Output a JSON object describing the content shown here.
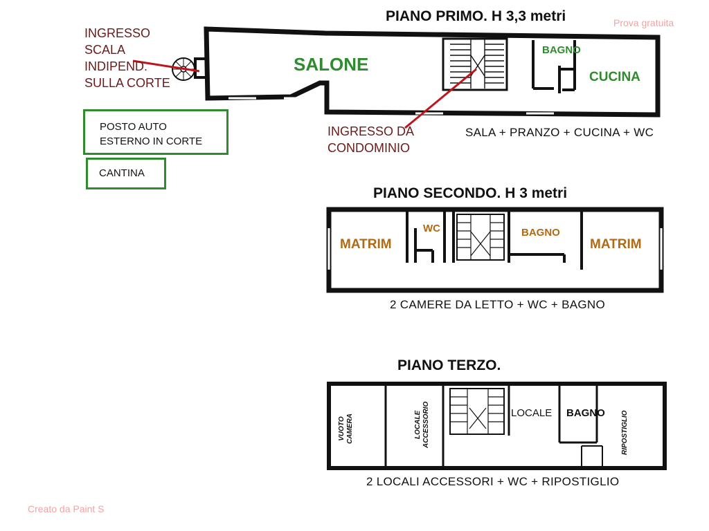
{
  "floor1": {
    "title": "PIANO PRIMO. H 3,3 metri",
    "caption": "SALA + PRANZO + CUCINA + WC",
    "rooms": {
      "salone": "SALONE",
      "bagno": "BAGNO",
      "cucina": "CUCINA"
    },
    "entrance_stair": [
      "INGRESSO",
      "SCALA",
      "INDIPEND.",
      "SULLA CORTE"
    ],
    "entrance_condo": [
      "INGRESSO DA",
      "CONDOMINIO"
    ]
  },
  "extras": {
    "parking": [
      "POSTO AUTO",
      "ESTERNO IN CORTE"
    ],
    "cellar": "CANTINA"
  },
  "floor2": {
    "title": "PIANO SECONDO.  H 3 metri",
    "caption": "2 CAMERE DA LETTO + WC + BAGNO",
    "rooms": {
      "matrim_left": "MATRIM",
      "wc": "WC",
      "bagno": "BAGNO",
      "matrim_right": "MATRIM"
    }
  },
  "floor3": {
    "title": "PIANO TERZO.",
    "caption": "2 LOCALI ACCESSORI + WC + RIPOSTIGLIO",
    "rooms": {
      "vuoto": [
        "VUOTO",
        "CAMERA"
      ],
      "locale_acc": [
        "LOCALE",
        "ACCESSORIO"
      ],
      "locale": "LOCALE",
      "bagno": "BAGNO",
      "ripostiglio": "RIPOSTIGLIO"
    }
  },
  "watermarks": {
    "top": "Prova gratuita",
    "bottom": "Creato da Paint S"
  },
  "colors": {
    "maroon": "#6b1a1a",
    "green": "#2e8b2e",
    "brown": "#b06a14",
    "red_line": "#c0141c",
    "watermark": "#f4a3a3"
  }
}
